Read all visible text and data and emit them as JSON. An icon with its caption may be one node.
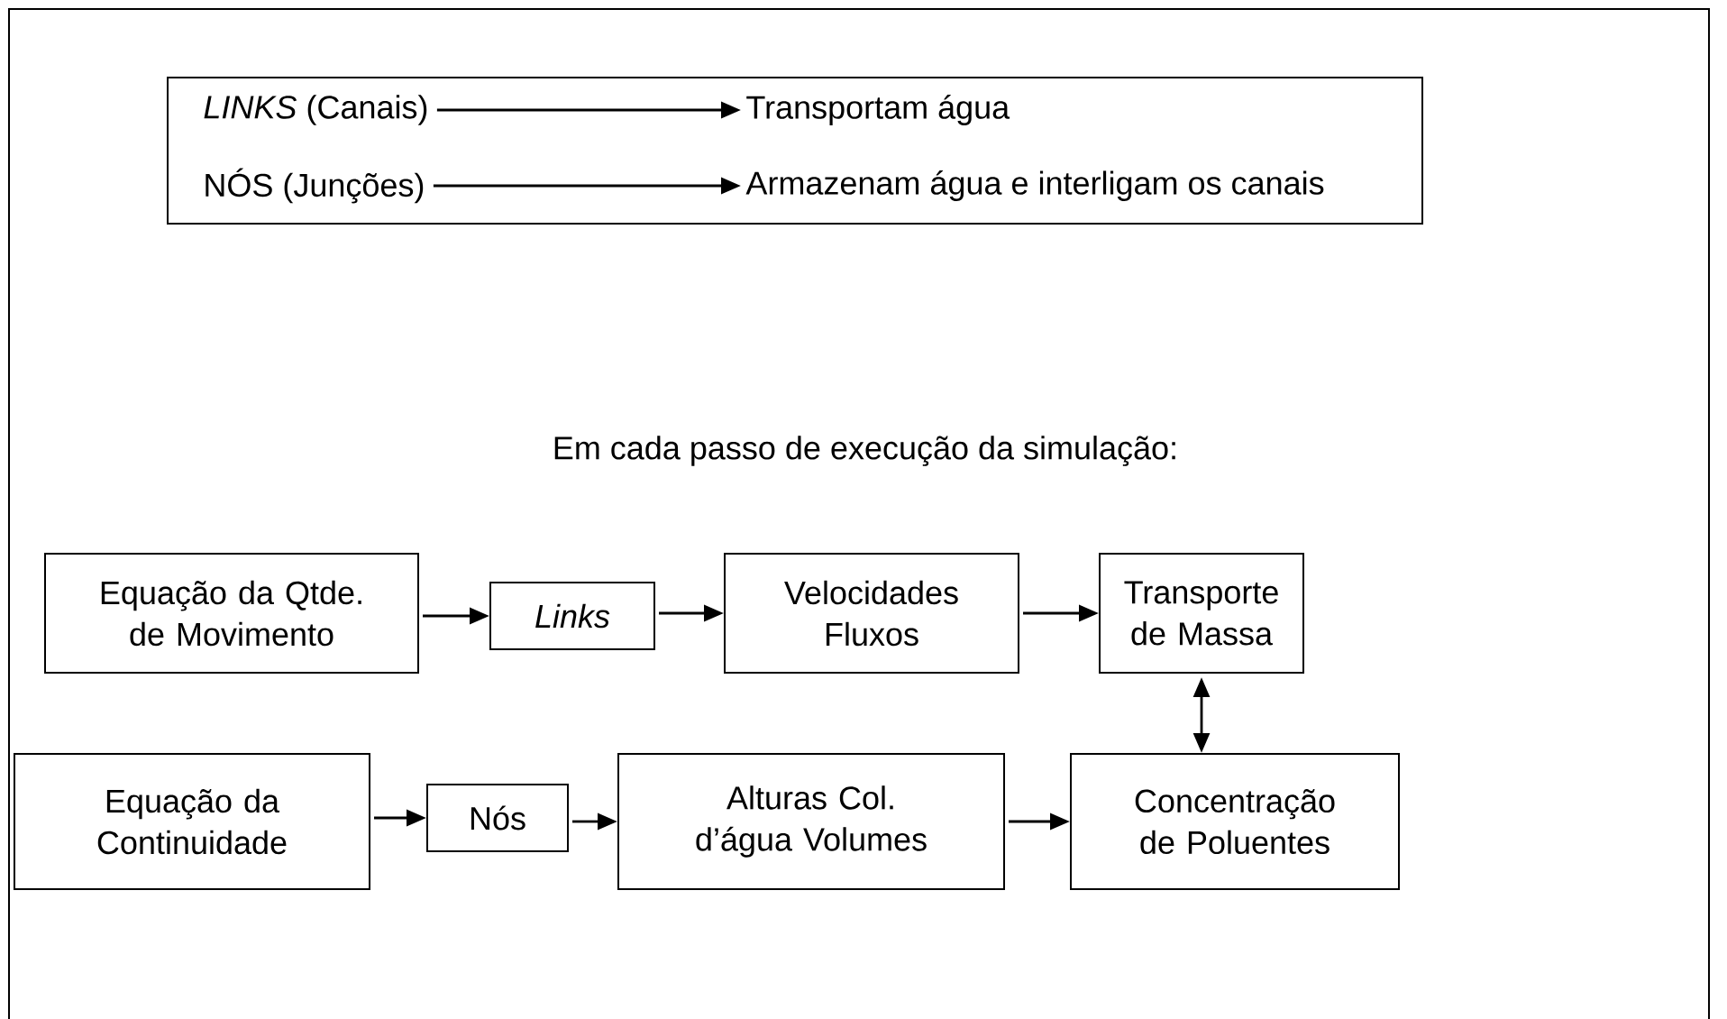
{
  "diagram": {
    "nodes": [
      {
        "text": [],
        "shape": "box"
      },
      {
        "text": [
          "*LINKS* (Canais)"
        ],
        "in": 0
      },
      {
        "text": [
          "Transportam água"
        ],
        "in": 0
      },
      {
        "text": [
          "NÓS (Junções)"
        ],
        "in": 0
      },
      {
        "text": [
          "Armazenam água e interligam os canais"
        ],
        "in": 0
      },
      {
        "text": [
          "Equação da Qtde. de Movimento"
        ]
      },
      {
        "text": [
          "Links"
        ]
      },
      {
        "text": [
          "Velocidades Fluxos"
        ]
      },
      {
        "text": [
          "Transporte de Massa"
        ]
      },
      {
        "text": [
          "Equação da Continuidade"
        ]
      },
      {
        "text": [
          "Nós"
        ]
      },
      {
        "text": [
          "Alturas Col. d’água Volumes"
        ]
      },
      {
        "text": [
          "Concentração de Poluentes"
        ]
      }
    ],
    "edges": [
      {
        "from": 1,
        "to": 2,
        "arrow": "to"
      },
      {
        "from": 3,
        "to": 4,
        "arrow": "to"
      },
      {
        "from": 5,
        "to": 6,
        "arrow": "to"
      },
      {
        "from": 6,
        "to": 7,
        "arrow": "to"
      },
      {
        "from": 7,
        "to": 8,
        "arrow": "to"
      },
      {
        "from": 8,
        "to": 12,
        "arrow": "both"
      },
      {
        "from": 9,
        "to": 10,
        "arrow": "to"
      },
      {
        "from": 10,
        "to": 11,
        "arrow": "to"
      },
      {
        "from": 11,
        "to": 12,
        "arrow": "to"
      }
    ],
    "labels": [
      "Em cada passo de execução da simulação:"
    ]
  }
}
